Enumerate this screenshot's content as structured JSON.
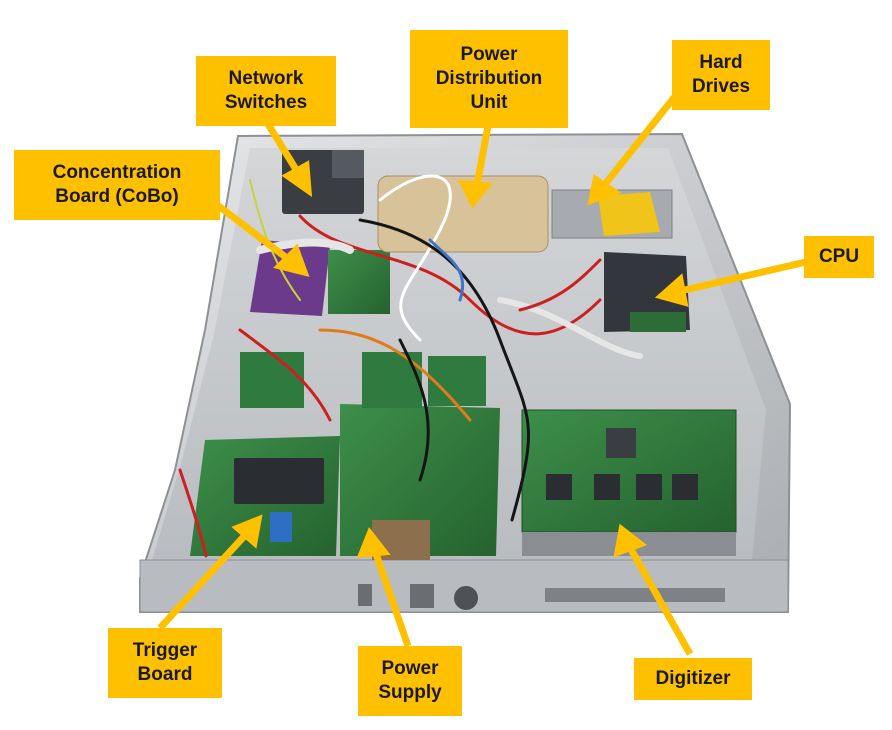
{
  "callouts": {
    "network_switches": [
      "Network",
      "Switches"
    ],
    "power_distribution_unit": [
      "Power",
      "Distribution",
      "Unit"
    ],
    "hard_drives": [
      "Hard",
      "Drives"
    ],
    "concentration_board": [
      "Concentration",
      "Board (CoBo)"
    ],
    "cpu": [
      "CPU"
    ],
    "trigger_board": [
      "Trigger",
      "Board"
    ],
    "power_supply": [
      "Power",
      "Supply"
    ],
    "digitizer": [
      "Digitizer"
    ]
  },
  "colors": {
    "callout_fill": "#ffc000",
    "callout_text": "#1a1a1a",
    "chassis": "#c9cbce",
    "pcb_green": "#2f7a3e"
  }
}
